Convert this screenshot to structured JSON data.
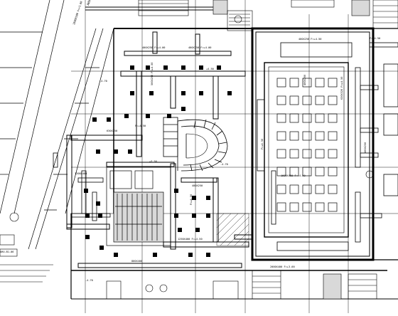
{
  "drawing": {
    "type": "HVAC duct layout plan (CAD)",
    "colors": {
      "background": "#ffffff",
      "ink": "#000000",
      "shade": "#d9d9d9"
    }
  },
  "labels": {
    "ahu_top": "AHU-B1-05",
    "supply_top": "2800X500 F=+3.00",
    "duct_a": "400X250 F=+4.00",
    "duct_b": "400X250 F=+4.00",
    "duct_c": "500X250 F=+4.50",
    "duct_d": "630X250",
    "duct_e": "400X250",
    "duct_f": "F=+4.50",
    "hall_a": "400X250 F=+4.50",
    "hall_b": "F=+4.50",
    "hall_c": "400X200",
    "hall_d": "630X320 F=+4.50",
    "hall_e": "F=+4.50",
    "hall_f": "1600X400 F=+4.50",
    "hall_g": "400X250",
    "left_a": "AHU-B1-06",
    "left_b": "1200X400",
    "bottom_a": "1250X400 F=+4.50",
    "bottom_b": "800X400",
    "bottom_c": "2000X400 F=+3.00",
    "bottom_d": "F=+4.50",
    "elev_a": "-4.70",
    "elev_b": "+4.50",
    "elev_c": "-4.70",
    "elev_d": "+3.50",
    "elev_e": "-4.70"
  }
}
